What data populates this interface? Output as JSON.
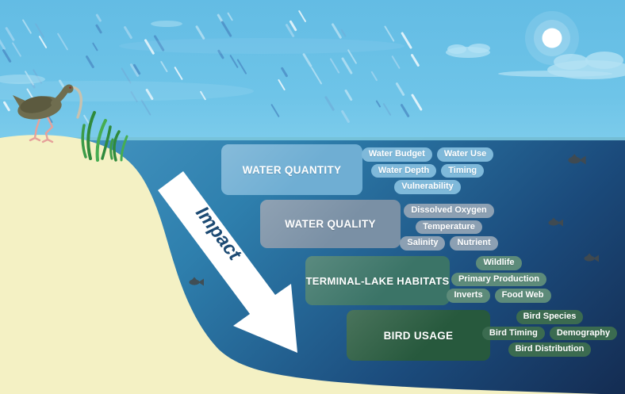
{
  "figure": {
    "type": "terminal-lake-impact-concept-diagram",
    "arrow_label": "Impact"
  },
  "flow_boxes": [
    {
      "label": "WATER QUANTITY",
      "box_color": "#6FAED3",
      "tag_color": "#7FB9DA",
      "tag_rows": [
        [
          "Water Budget",
          "Water Use"
        ],
        [
          "Water Depth",
          "Timing"
        ],
        [
          "Vulnerability"
        ]
      ]
    },
    {
      "label": "WATER QUALITY",
      "box_color": "#7A90A5",
      "tag_color": "#8CA0B3",
      "tag_rows": [
        [
          "Dissolved Oxygen"
        ],
        [
          "Temperature"
        ],
        [
          "Salinity",
          "Nutrient"
        ]
      ]
    },
    {
      "label": "TERMINAL-LAKE HABITATS",
      "box_color": "#3B7467",
      "tag_color": "#5D8B7A",
      "tag_rows": [
        [
          "Wildlife"
        ],
        [
          "Primary Production"
        ],
        [
          "Inverts",
          "Food Web"
        ]
      ]
    },
    {
      "label": "BIRD USAGE",
      "box_color": "#27593D",
      "tag_color": "#3B6B50",
      "tag_rows": [
        [
          "Bird Species"
        ],
        [
          "Bird Timing",
          "Demography"
        ],
        [
          "Bird Distribution"
        ]
      ]
    }
  ],
  "scene": {
    "sky_color": "#69C0E6",
    "water_colors": [
      "#4A9AC6",
      "#2E7FAD",
      "#1B4B7C",
      "#142C52"
    ],
    "sand_color": "#F4F1C4",
    "arrow_fill": "#FFFFFF",
    "arrow_text_color": "#1C4A73",
    "icons": [
      "sun-icon",
      "cloud-icon",
      "rain-streaks",
      "ibis-bird-icon",
      "grass-icon",
      "fish-icon",
      "impact-arrow"
    ],
    "rain": {
      "count": 66,
      "colors": [
        "rgba(255,255,255,0.9)",
        "rgba(255,255,255,0.5)",
        "#4D8FC7",
        "#9FD4EE",
        "#6FB2DC"
      ]
    }
  }
}
